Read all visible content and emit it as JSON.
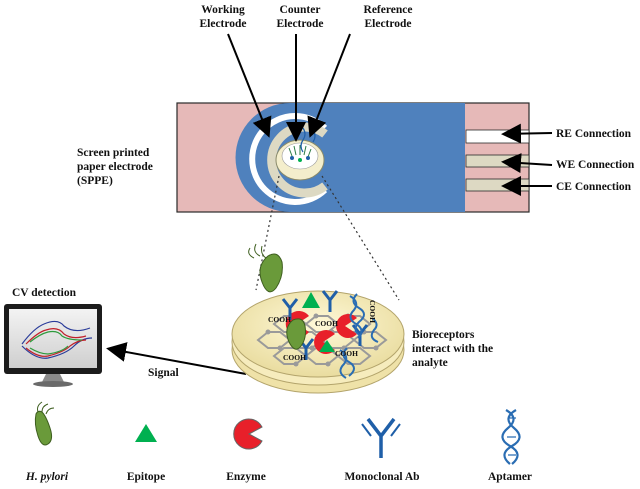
{
  "labels": {
    "working_electrode": "Working\nElectrode",
    "counter_electrode": "Counter\nElectrode",
    "reference_electrode": "Reference\nElectrode",
    "sppe": "Screen printed\npaper electrode\n(SPPE)",
    "re_connection": "RE Connection",
    "we_connection": "WE Connection",
    "ce_connection": "CE Connection",
    "cv_detection": "CV detection",
    "signal": "Signal",
    "bioreceptors": "Bioreceptors\ninteract with the\nanalyte"
  },
  "surface_labels": [
    "COOH",
    "COOH",
    "COOH",
    "COOH",
    "COOH"
  ],
  "legend": [
    {
      "label": "H. pylori",
      "icon": "bacterium-icon"
    },
    {
      "label": "Epitope",
      "icon": "triangle-icon"
    },
    {
      "label": "Enzyme",
      "icon": "pacman-icon"
    },
    {
      "label": "Monoclonal Ab",
      "icon": "antibody-icon"
    },
    {
      "label": "Aptamer",
      "icon": "dna-helix-icon"
    }
  ],
  "colors": {
    "electrode_blue": "#4f81bd",
    "strip_pink": "#e6b9b8",
    "connector_tan": "#ddd9c3",
    "epitope_green": "#00b050",
    "enzyme_red": "#e8202a",
    "antibody_blue": "#1f5fa8",
    "bacterium_green": "#6a9a3a"
  }
}
